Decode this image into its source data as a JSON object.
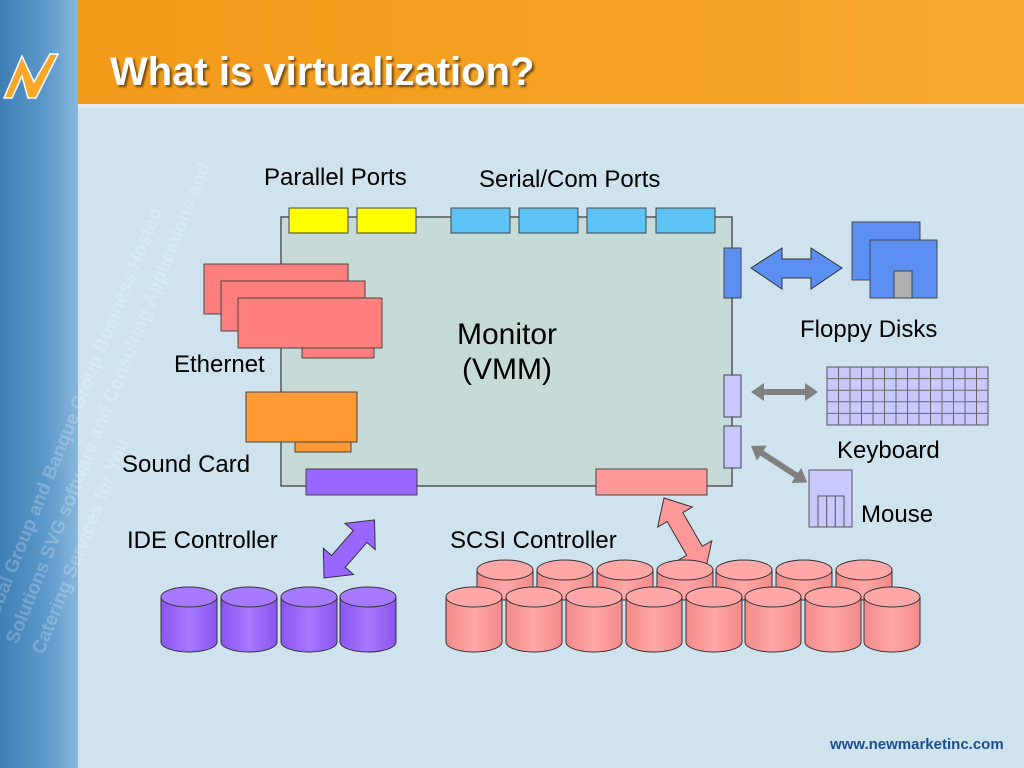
{
  "slide": {
    "title": "What is virtualization?",
    "footer_url": "www.newmarketinc.com",
    "watermark_text": "Global Group and Banque Group Business Hosted Solutions SVG software and Consulting Applications and Catering Services for You"
  },
  "diagram": {
    "monitor": "Monitor (VMM)",
    "labels": {
      "parallel_ports": "Parallel Ports",
      "serial_ports": "Serial/Com Ports",
      "floppy_disks": "Floppy Disks",
      "ethernet": "Ethernet",
      "keyboard": "Keyboard",
      "sound_card": "Sound Card",
      "mouse": "Mouse",
      "ide_controller": "IDE Controller",
      "scsi_controller": "SCSI Controller"
    }
  },
  "colors": {
    "header": "#f7a02a",
    "background": "#cfe3ef",
    "monitor_fill": "#c6dad8",
    "parallel_port": "#ffff00",
    "serial_port": "#5bc3f5",
    "ethernet_card": "#ff7f7f",
    "sound_card": "#ff9933",
    "ide": "#9966ff",
    "scsi": "#ff9999",
    "floppy": "#5b8ff2",
    "keyboard": "#c8c8ff",
    "arrow_blue": "#5b8ff2",
    "arrow_gray": "#808080",
    "arrow_purple": "#9966ff",
    "arrow_pink": "#ff9999"
  }
}
